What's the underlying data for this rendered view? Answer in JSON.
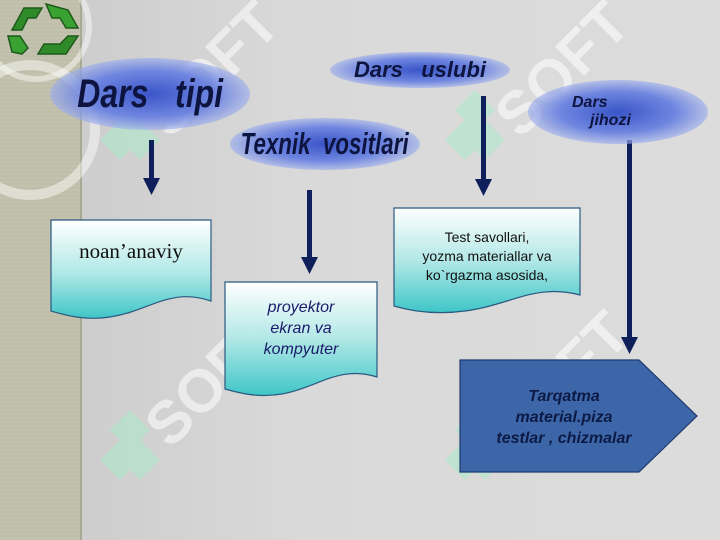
{
  "headings": {
    "dars_tipi": "Dars   tipi",
    "texnik_vositalari": "Texnik  vositlari",
    "dars_uslubi": "Dars   uslubi",
    "dars_jihozi_line1": "Dars",
    "dars_jihozi_line2": "jihozi"
  },
  "boxes": {
    "noananaviy": "noan’anaviy",
    "proyektor": [
      "proyektor",
      "ekran va",
      "kompyuter"
    ],
    "test": [
      "Test  savollari,",
      "yozma materiallar va",
      "ko`rgazma asosida,"
    ],
    "tarqatma": [
      "Tarqatma",
      "material.piza",
      "testlar , chizmalar"
    ]
  },
  "colors": {
    "heading_text": "#0d1440",
    "arrow": "#0f1f5c",
    "box_teal": "#3fc6c8",
    "pentagon": "#3d66a8",
    "pentagon_text": "#0c1a45"
  },
  "icons": {
    "recycle": "recycle-icon",
    "watermark": "soft-watermark"
  }
}
